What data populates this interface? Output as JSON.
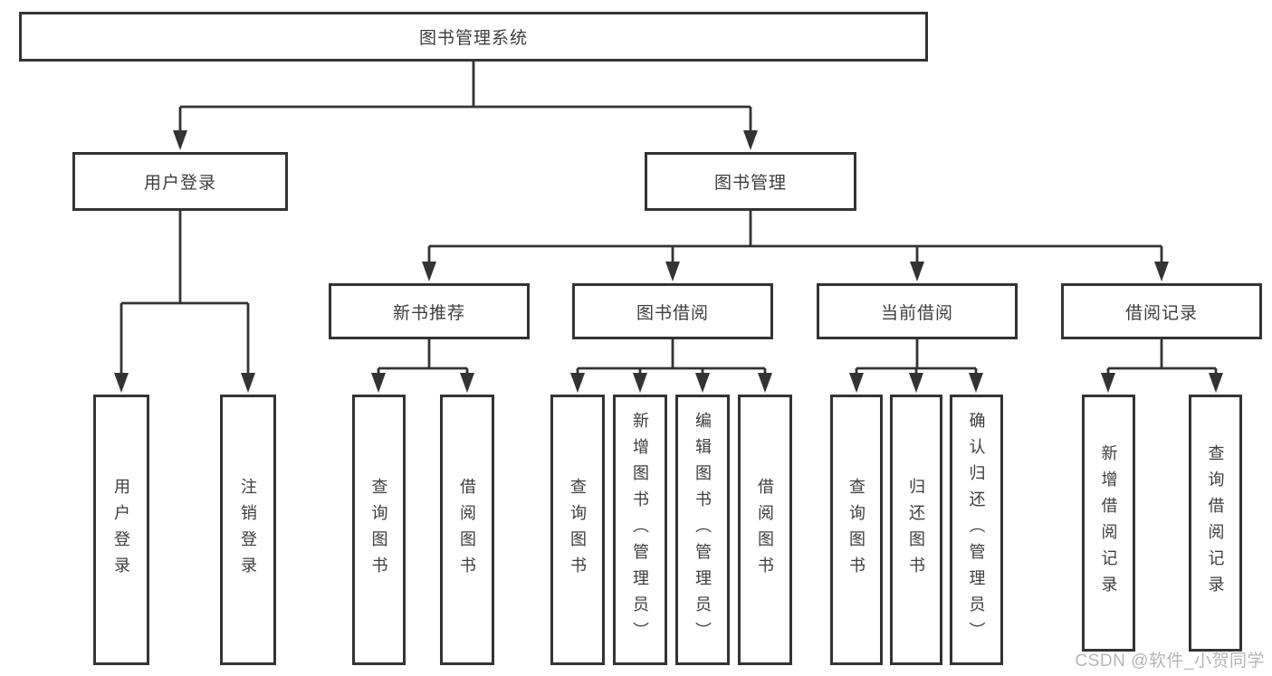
{
  "diagram": {
    "root": {
      "label": "图书管理系统"
    },
    "level2": {
      "user_login": "用户登录",
      "book_management": "图书管理"
    },
    "level3": {
      "new_book_recommend": "新书推荐",
      "book_borrowing": "图书借阅",
      "current_borrowing": "当前借阅",
      "borrowing_records": "借阅记录"
    },
    "leaves": {
      "user_login": "用户登录",
      "logout": "注销登录",
      "newbook_query_books": "查询图书",
      "newbook_borrow_books": "借阅图书",
      "borrowing_query_books": "查询图书",
      "borrowing_add_books_admin": "新增图书（管理员）",
      "borrowing_edit_books_admin": "编辑图书（管理员）",
      "borrowing_borrow_books": "借阅图书",
      "current_query_books": "查询图书",
      "current_return_books": "归还图书",
      "current_confirm_return_admin": "确认归还（管理员）",
      "records_add_record": "新增借阅记录",
      "records_query_record": "查询借阅记录"
    }
  },
  "watermark": {
    "text": "CSDN @软件_小贺同学"
  },
  "colors": {
    "line": "#333333",
    "text": "#3d3d3d",
    "watermark": "#b5b5b5",
    "background": "#ffffff"
  }
}
